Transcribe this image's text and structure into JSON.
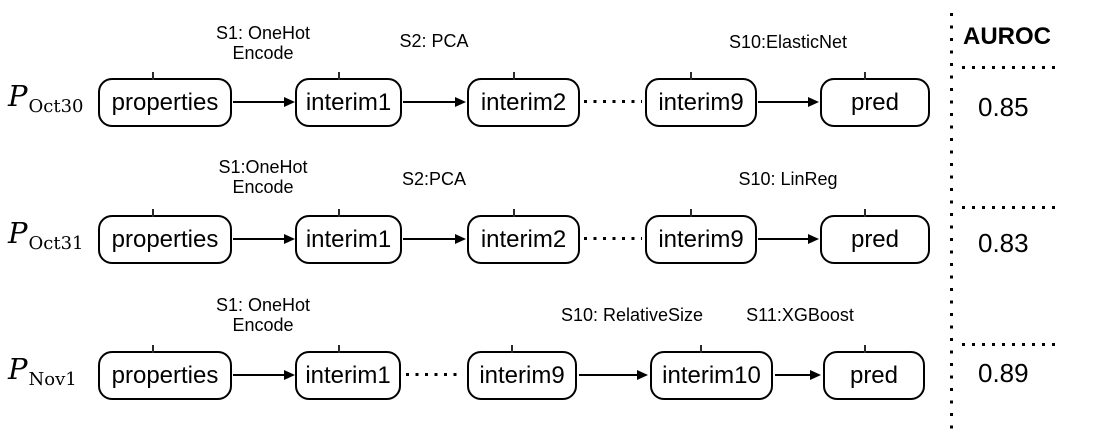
{
  "auroc": {
    "header": "AUROC",
    "values": [
      "0.85",
      "0.83",
      "0.89"
    ]
  },
  "pipelines": [
    {
      "name": {
        "main": "P",
        "sub": "Oct30"
      },
      "nodes": [
        "properties",
        "interim1",
        "interim2",
        "interim9",
        "pred"
      ],
      "steps": {
        "s1_line1": "S1: OneHot",
        "s1_line2": "Encode",
        "s2": "S2: PCA",
        "s10": "S10:ElasticNet"
      },
      "auroc": "0.85"
    },
    {
      "name": {
        "main": "P",
        "sub": "Oct31"
      },
      "nodes": [
        "properties",
        "interim1",
        "interim2",
        "interim9",
        "pred"
      ],
      "steps": {
        "s1_line1": "S1:OneHot",
        "s1_line2": "Encode",
        "s2": "S2:PCA",
        "s10": "S10: LinReg"
      },
      "auroc": "0.83"
    },
    {
      "name": {
        "main": "P",
        "sub": "Nov1"
      },
      "nodes": [
        "properties",
        "interim1",
        "interim9",
        "interim10",
        "pred"
      ],
      "steps": {
        "s1_line1": "S1: OneHot",
        "s1_line2": "Encode",
        "s10": "S10: RelativeSize",
        "s11": "S11:XGBoost"
      },
      "auroc": "0.89"
    }
  ]
}
